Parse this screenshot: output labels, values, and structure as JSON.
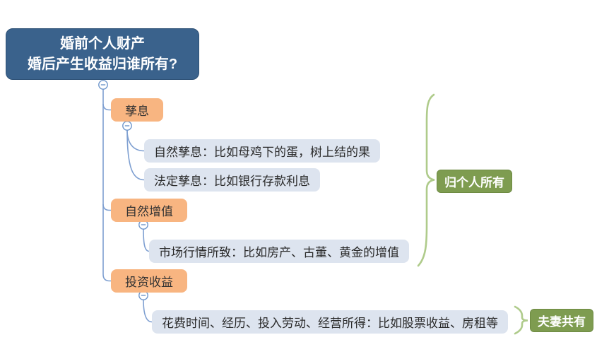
{
  "root": {
    "line1": "婚前个人财产",
    "line2": "婚后产生收益归谁所有?"
  },
  "branches": [
    {
      "label": "孳息",
      "children": [
        {
          "text": "自然孳息：比如母鸡下的蛋，树上结的果"
        },
        {
          "text": "法定孳息：比如银行存款利息"
        }
      ]
    },
    {
      "label": "自然增值",
      "children": [
        {
          "text": "市场行情所致：比如房产、古董、黄金的增值"
        }
      ]
    },
    {
      "label": "投资收益",
      "children": [
        {
          "text": "花费时间、经历、投入劳动、经营所得：比如股票收益、房租等"
        }
      ]
    }
  ],
  "summaries": [
    {
      "label": "归个人所有"
    },
    {
      "label": "夫妻共有"
    }
  ],
  "colors": {
    "root_bg": "#3A628C",
    "branch_bg": "#F8B581",
    "child_bg": "#DDE4EF",
    "summary_bg": "#7E9C50",
    "connector_line": "#7E9FD1",
    "summary_brace": "#AFCB8B"
  }
}
